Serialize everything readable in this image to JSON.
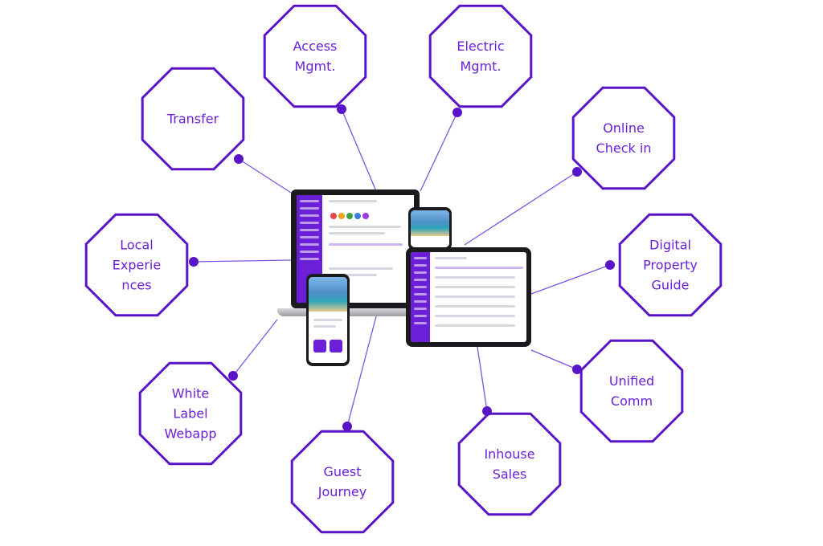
{
  "nodes": [
    {
      "id": "access",
      "lines": [
        "Access",
        "Mgmt."
      ]
    },
    {
      "id": "electric",
      "lines": [
        "Electric",
        "Mgmt."
      ]
    },
    {
      "id": "transfer",
      "lines": [
        "Transfer"
      ]
    },
    {
      "id": "checkin",
      "lines": [
        "Online",
        "Check in"
      ]
    },
    {
      "id": "local",
      "lines": [
        "Local",
        "Experie",
        "nces"
      ]
    },
    {
      "id": "guide",
      "lines": [
        "Digital",
        "Property",
        "Guide"
      ]
    },
    {
      "id": "webapp",
      "lines": [
        "White",
        "Label",
        "Webapp"
      ]
    },
    {
      "id": "unified",
      "lines": [
        "Unified",
        "Comm"
      ]
    },
    {
      "id": "journey",
      "lines": [
        "Guest",
        "Journey"
      ]
    },
    {
      "id": "sales",
      "lines": [
        "Inhouse",
        "Sales"
      ]
    }
  ],
  "colors": {
    "accent": "#6a1fd8",
    "connector": "#7b55e0",
    "dot": "#5a14c8"
  }
}
